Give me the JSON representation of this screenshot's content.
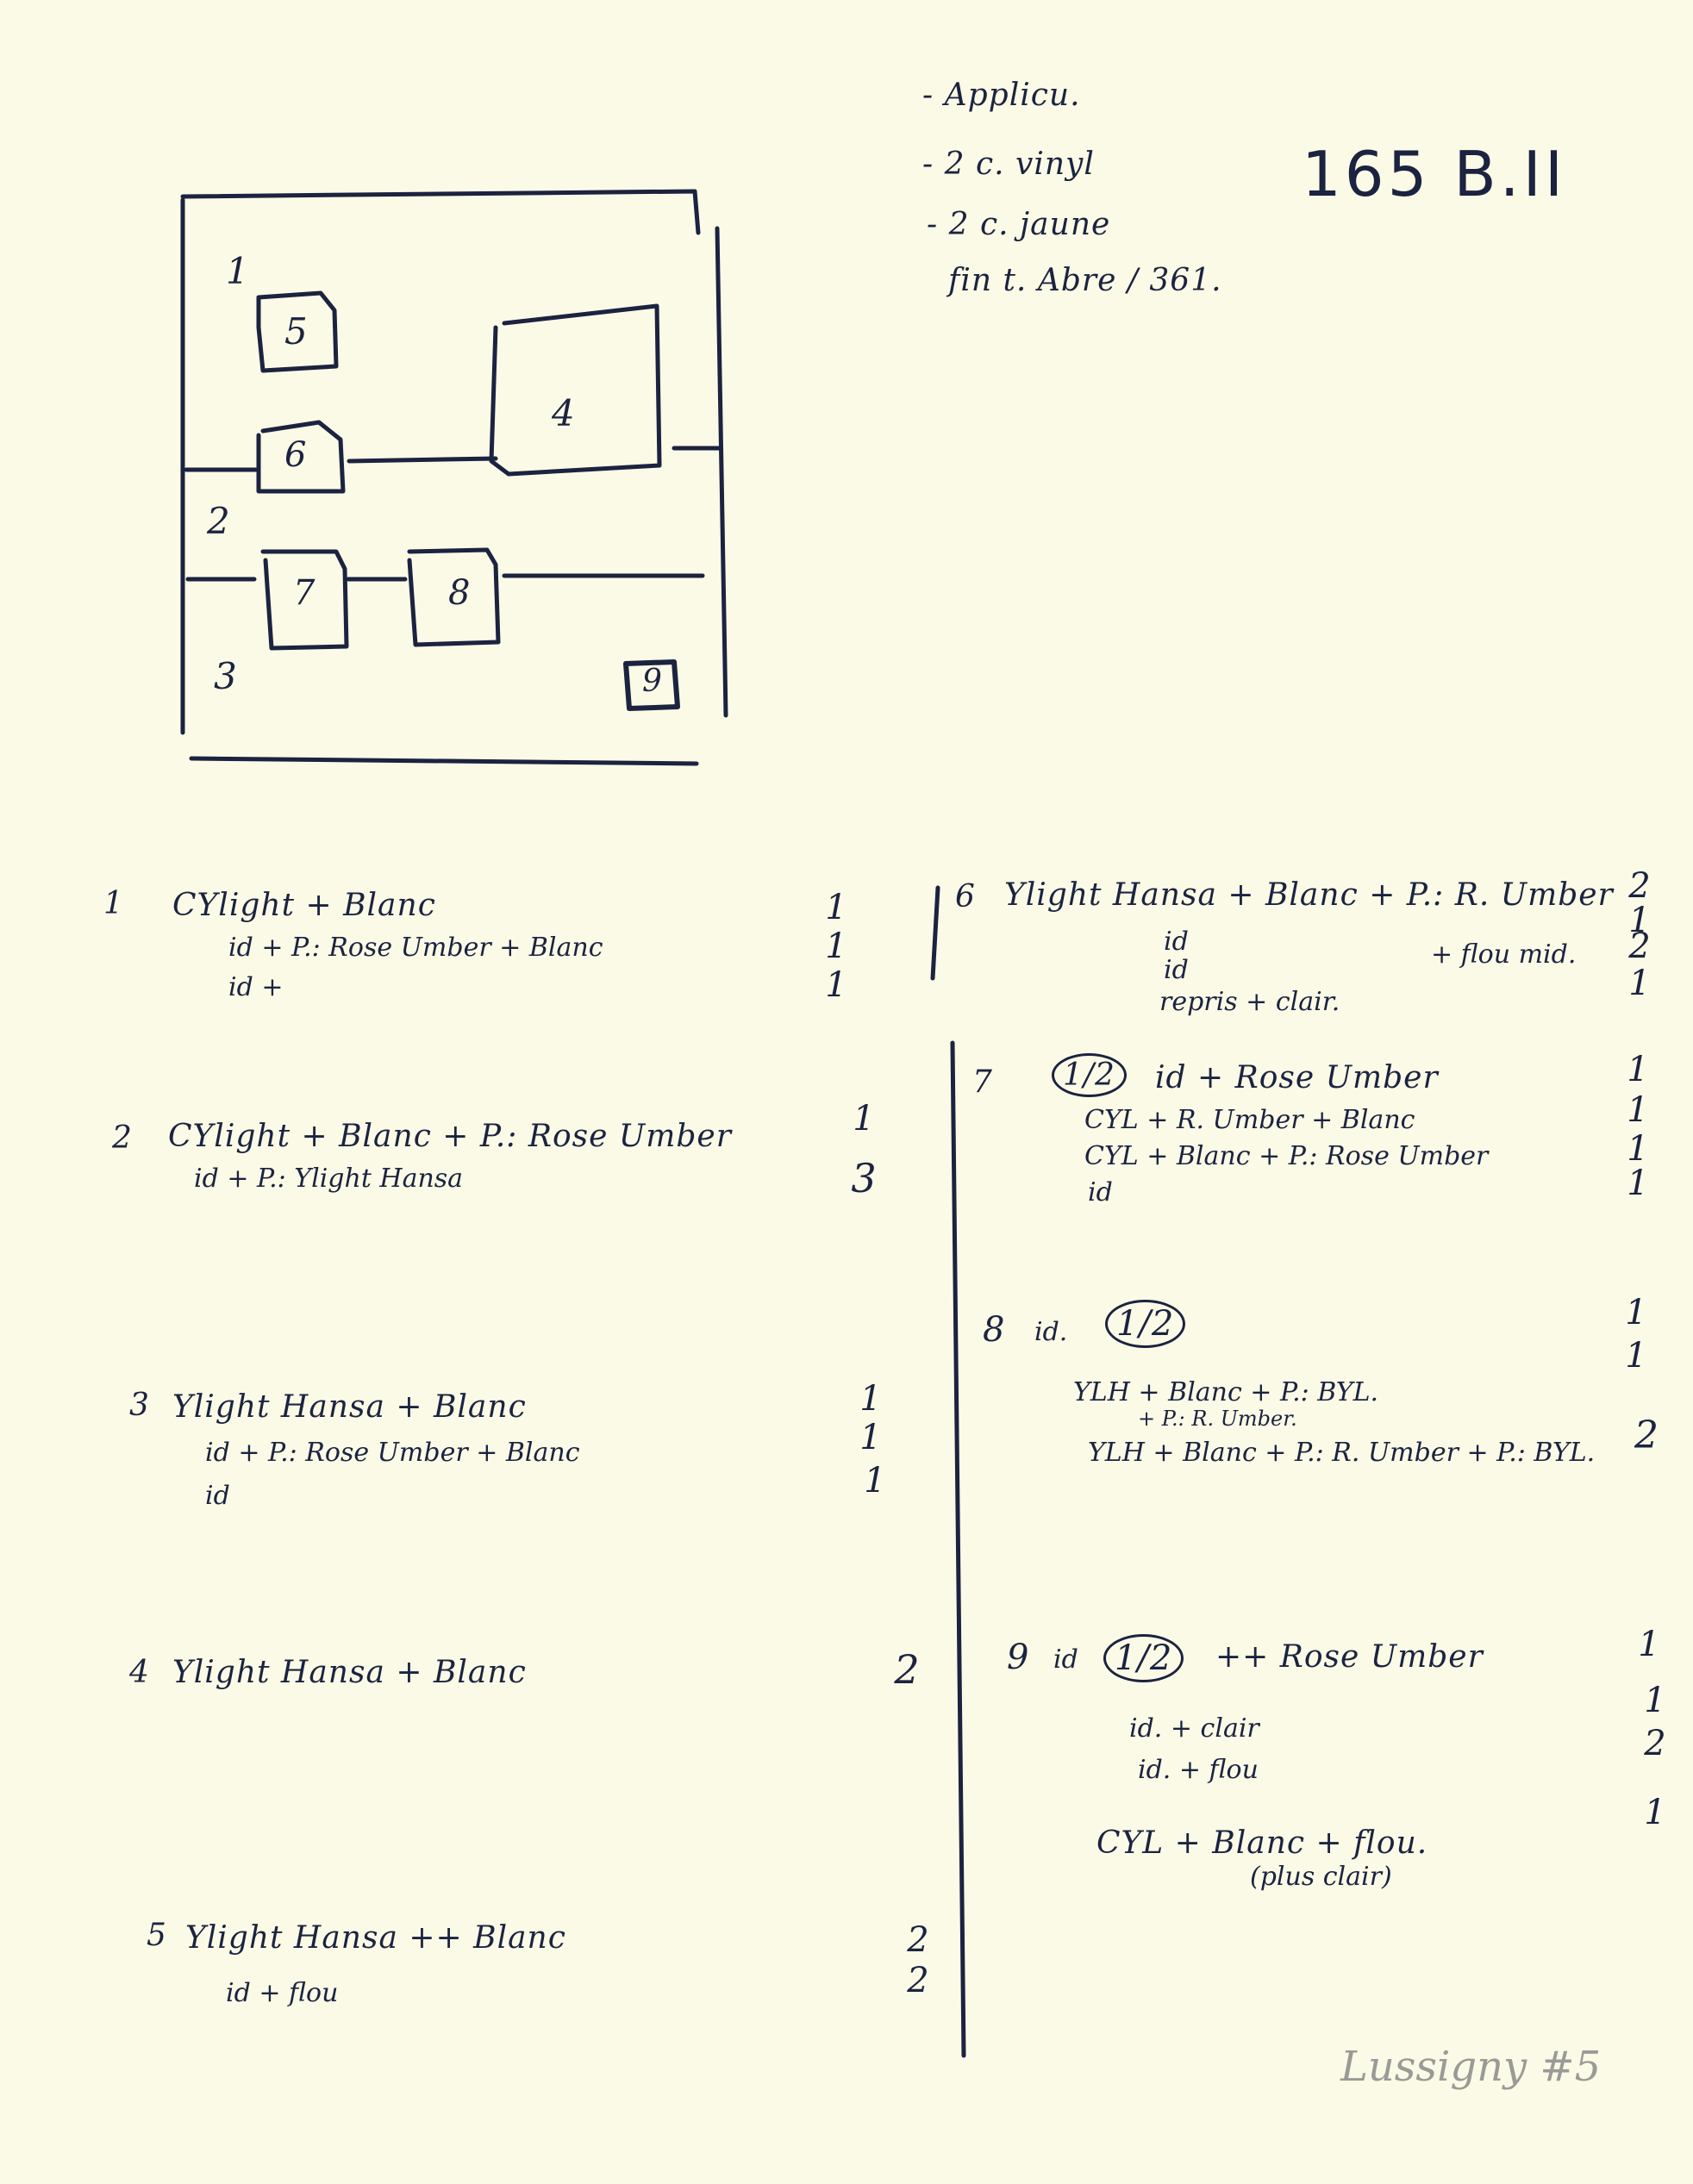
{
  "header": {
    "ref_code": "165 B.II",
    "notes": [
      "- Applicu.",
      "- 2 c. vinyl",
      "- 2 c. jaune",
      "fin t. Abre / 361."
    ]
  },
  "plan": {
    "row_labels": [
      "1",
      "2",
      "3"
    ],
    "rooms": [
      "5",
      "6",
      "4",
      "7",
      "8",
      "9"
    ]
  },
  "left_items": [
    {
      "num": "1",
      "lines": [
        "CYlight + Blanc",
        "id + P.: Rose Umber + Blanc",
        "id +"
      ],
      "qty": [
        "1",
        "1",
        "1"
      ]
    },
    {
      "num": "2",
      "lines": [
        "CYlight + Blanc + P.: Rose Umber",
        "id + P.: Ylight Hansa"
      ],
      "qty": [
        "1",
        "3"
      ]
    },
    {
      "num": "3",
      "lines": [
        "Ylight Hansa + Blanc",
        "id + P.: Rose Umber + Blanc",
        "id"
      ],
      "qty": [
        "1",
        "1",
        "1"
      ]
    },
    {
      "num": "4",
      "lines": [
        "Ylight Hansa + Blanc"
      ],
      "qty": [
        "2"
      ]
    },
    {
      "num": "5",
      "lines": [
        "Ylight Hansa ++ Blanc",
        "id + flou"
      ],
      "qty": [
        "2",
        "2"
      ]
    }
  ],
  "right_items": [
    {
      "num": "6",
      "lines": [
        "Ylight Hansa + Blanc + P.: R. Umber",
        "id",
        "id",
        "repris + clair."
      ],
      "extra": "+ flou mid.",
      "qty": [
        "2",
        "1",
        "2",
        "1"
      ]
    },
    {
      "num": "7",
      "fraction": "1/2",
      "lines": [
        "id + Rose Umber",
        "CYL + R. Umber + Blanc",
        "CYL + Blanc + P.: Rose Umber",
        "id"
      ],
      "qty": [
        "1",
        "1",
        "1",
        "1"
      ]
    },
    {
      "num": "8",
      "fraction": "1/2",
      "lines": [
        "id.",
        "YLH + Blanc + P.: BYL.",
        "+ P.: R. Umber.",
        "YLH + Blanc + P.: R. Umber + P.: BYL."
      ],
      "qty": [
        "1",
        "1",
        "2"
      ]
    },
    {
      "num": "9",
      "fraction": "1/2",
      "lines": [
        "id",
        "++ Rose Umber",
        "id. + clair",
        "id. + flou",
        "CYL + Blanc + flou.",
        "(plus clair)"
      ],
      "qty": [
        "1",
        "1",
        "2",
        "1"
      ]
    }
  ],
  "pencil_note": "Lussigny #5"
}
